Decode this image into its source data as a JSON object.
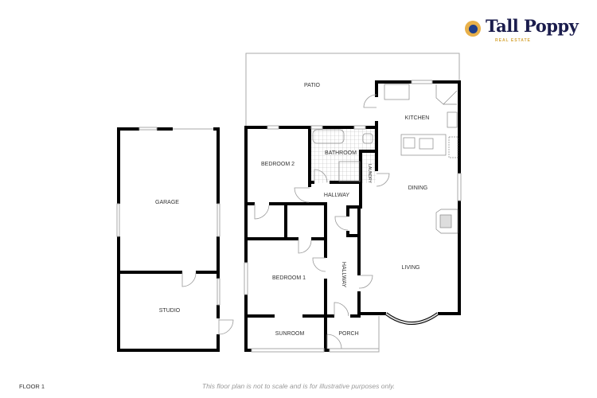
{
  "brand": {
    "name": "Tall Poppy",
    "tagline": "REAL ESTATE",
    "colors": {
      "navy": "#1b1d4d",
      "gold": "#e8b04a",
      "blue": "#1f3d8a"
    }
  },
  "plan": {
    "rooms": {
      "patio": "PATIO",
      "kitchen": "KITCHEN",
      "bedroom2": "BEDROOM 2",
      "bathroom": "BATHROOM",
      "laundry": "LAUNDRY",
      "garage": "GARAGE",
      "hallway_top": "HALLWAY",
      "dining": "DINING",
      "living": "LIVING",
      "hallway_vertical": "HALLWAY",
      "bedroom1": "BEDROOM 1",
      "studio": "STUDIO",
      "sunroom": "SUNROOM",
      "porch": "PORCH"
    }
  },
  "footer": {
    "floor_label": "FLOOR 1",
    "disclaimer": "This floor plan is not to scale and is for illustrative purposes only."
  }
}
